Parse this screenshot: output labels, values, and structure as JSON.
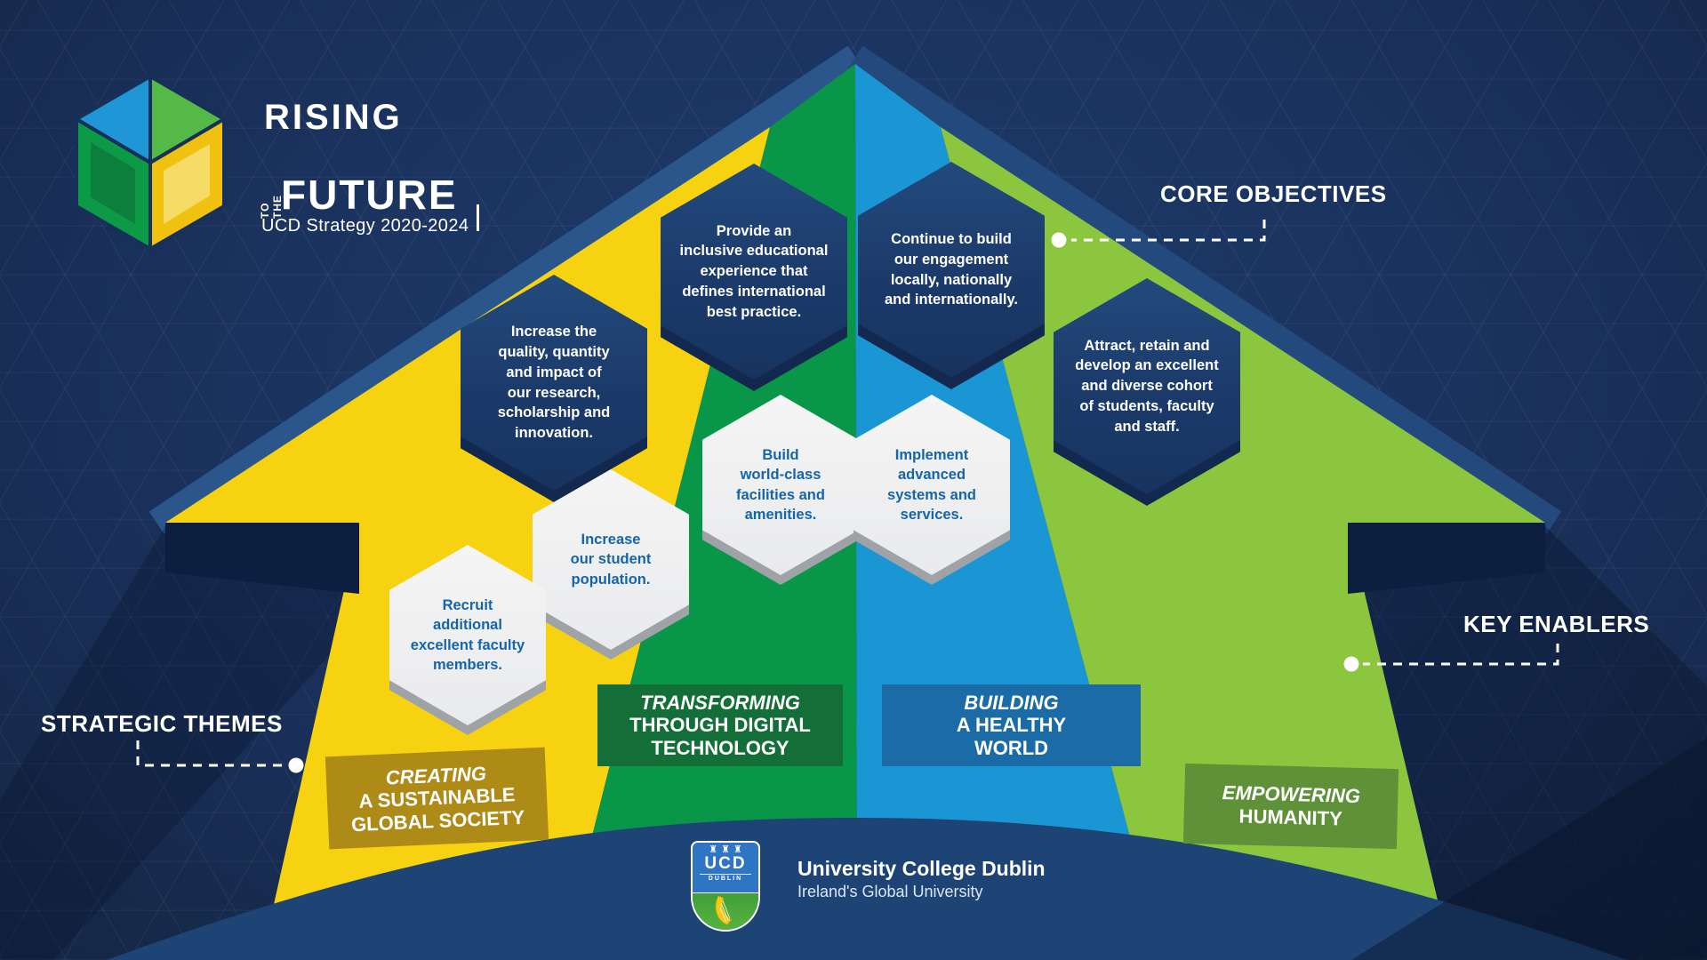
{
  "brand": {
    "title_line1": "RISING",
    "title_prefix": "TO THE",
    "title_line2": "FUTURE",
    "subtitle": "UCD Strategy 2020-2024"
  },
  "callouts": {
    "core_objectives": "CORE OBJECTIVES",
    "strategic_themes": "STRATEGIC THEMES",
    "key_enablers": "KEY ENABLERS"
  },
  "core_objectives": [
    {
      "text": "Increase the\nquality, quantity\nand impact of\nour research,\nscholarship and\ninnovation."
    },
    {
      "text": "Provide an\ninclusive educational\nexperience that\ndefines international\nbest practice."
    },
    {
      "text": "Continue to build\nour engagement\nlocally, nationally\nand internationally."
    },
    {
      "text": "Attract, retain and\ndevelop an excellent\nand diverse cohort\nof students, faculty\nand staff."
    }
  ],
  "key_enablers": [
    {
      "text": "Recruit\nadditional\nexcellent faculty\nmembers."
    },
    {
      "text": "Increase\nour student\npopulation."
    },
    {
      "text": "Build\nworld-class\nfacilities and\namenities."
    },
    {
      "text": "Implement\nadvanced\nsystems and\nservices."
    }
  ],
  "themes": [
    {
      "lead": "CREATING",
      "rest": "A SUSTAINABLE\nGLOBAL SOCIETY",
      "color": "#ae8b17"
    },
    {
      "lead": "TRANSFORMING",
      "rest": "THROUGH DIGITAL\nTECHNOLOGY",
      "color": "#146e38"
    },
    {
      "lead": "BUILDING",
      "rest": "A HEALTHY\nWORLD",
      "color": "#1a6ba6"
    },
    {
      "lead": "EMPOWERING",
      "rest": "HUMANITY",
      "color": "#5f9138"
    }
  ],
  "footer": {
    "crest_acronym": "UCD",
    "crest_city": "DUBLIN",
    "crest_castles": "♜♜♜",
    "org_name": "University College Dublin",
    "tagline": "Ireland's Global University"
  },
  "colors": {
    "background": "#1b3765",
    "arrow_yellow": "#f6d211",
    "arrow_green": "#0a9648",
    "arrow_blue": "#1b96d5",
    "arrow_light_green": "#8cc63f",
    "hex_navy": "#1d3f72",
    "hex_white": "#f1f1f2",
    "band_navy": "#1e4475"
  }
}
